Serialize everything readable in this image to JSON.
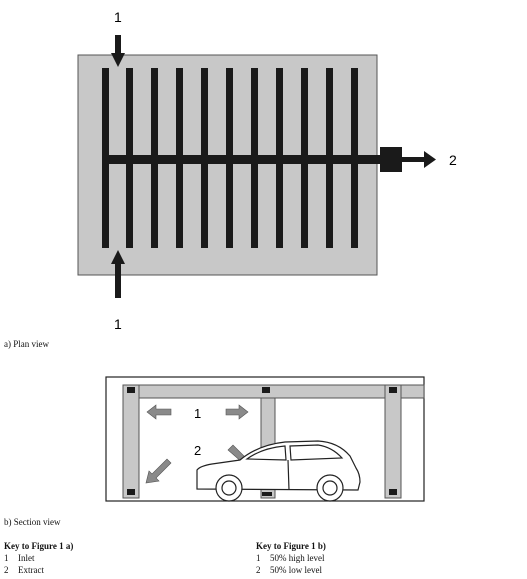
{
  "plan": {
    "callout_inlet": "1",
    "callout_inlet_bottom": "1",
    "callout_extract": "2",
    "caption": "a) Plan view"
  },
  "section": {
    "callout_high": "1",
    "callout_low": "2",
    "caption": "b) Section view"
  },
  "key_a": {
    "title": "Key to Figure 1 a)",
    "items": [
      {
        "num": "1",
        "label": "Inlet"
      },
      {
        "num": "2",
        "label": "Extract"
      }
    ]
  },
  "key_b": {
    "title": "Key to Figure 1 b)",
    "items": [
      {
        "num": "1",
        "label": "50% high level"
      },
      {
        "num": "2",
        "label": "50% low level"
      }
    ]
  },
  "colors": {
    "panel_fill": "#c8c8c8",
    "duct": "#1a1a1a",
    "arrow_black": "#1a1a1a",
    "arrow_grey": "#8a8a8a"
  }
}
